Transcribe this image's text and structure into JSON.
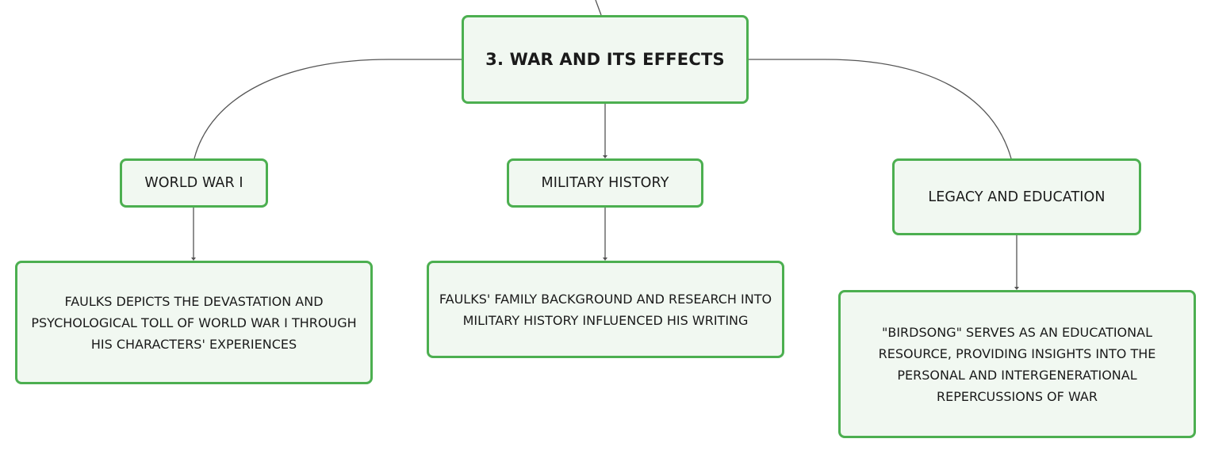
{
  "diagram": {
    "root": {
      "label": "3. War and its effects"
    },
    "branches": [
      {
        "topic": "World War I",
        "detail": "Faulks depicts the devastation and psychological toll of World War I through his characters' experiences"
      },
      {
        "topic": "Military History",
        "detail": "Faulks' family background and research into military history influenced his writing"
      },
      {
        "topic": "Legacy and Education",
        "detail": "\"Birdsong\" serves as an educational resource, providing insights into the personal and intergenerational repercussions of war"
      }
    ]
  },
  "colors": {
    "node_border": "#4caf50",
    "node_fill": "#f1f8f1",
    "connector": "#555555",
    "text": "#1a1a1a"
  }
}
